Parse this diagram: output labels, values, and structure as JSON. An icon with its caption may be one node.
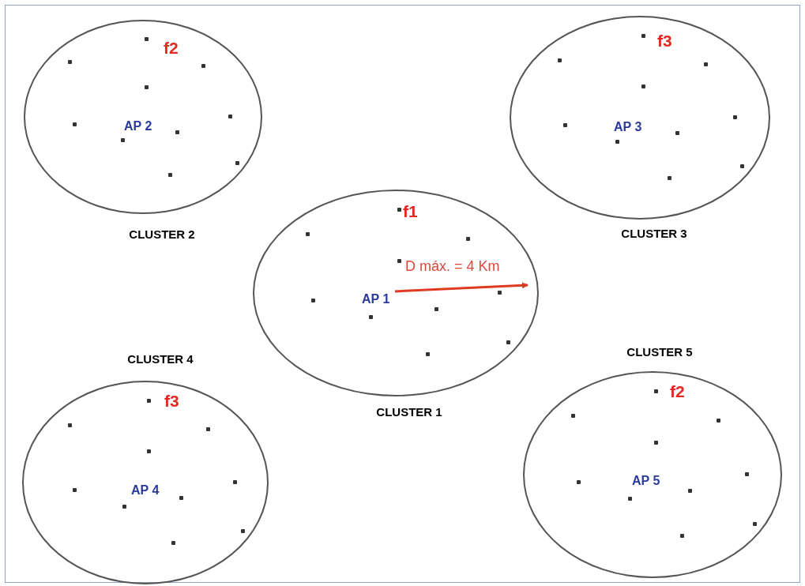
{
  "diagram": {
    "nodes": [
      {
        "text": [
          "f2",
          "AP 2"
        ],
        "beside": [
          "CLUSTER 2"
        ]
      },
      {
        "text": [
          "f3",
          "AP 3"
        ],
        "beside": [
          "CLUSTER 3"
        ]
      },
      {
        "text": [
          "f1",
          "AP 1"
        ],
        "beside": [
          "CLUSTER 1"
        ]
      },
      {
        "text": [
          "f3",
          "AP 4"
        ],
        "beside": [
          "CLUSTER 4"
        ]
      },
      {
        "text": [
          "f2",
          "AP 5"
        ],
        "beside": [
          "CLUSTER 5"
        ]
      }
    ],
    "labels": [
      "D máx. = 4 Km"
    ]
  }
}
